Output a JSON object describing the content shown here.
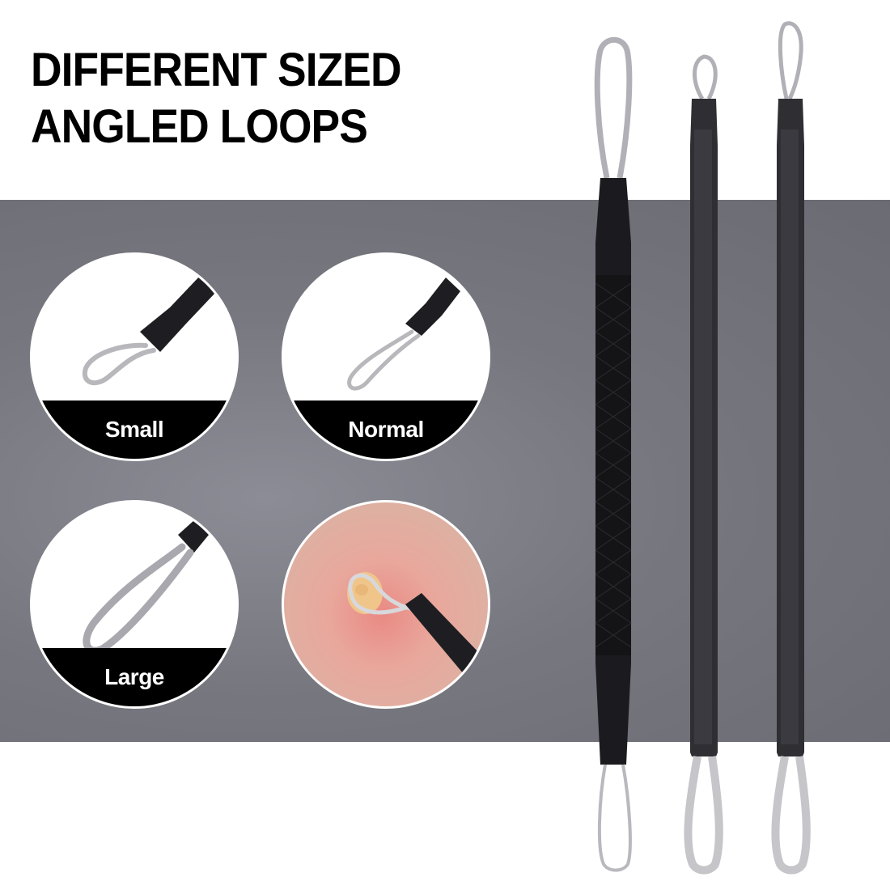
{
  "headline": {
    "line1": "DIFFERENT SIZED",
    "line2": "ANGLED LOOPS"
  },
  "loop_sizes": [
    {
      "label": "Small"
    },
    {
      "label": "Normal"
    },
    {
      "label": "Large"
    }
  ],
  "usage_image": {
    "description": "loop tool pressing on skin blemish"
  },
  "tools": [
    {
      "name": "textured-grip-tool"
    },
    {
      "name": "slim-tool-small-loop"
    },
    {
      "name": "slim-tool-normal-loop"
    }
  ],
  "colors": {
    "band": "#77777f",
    "handle": "#2a2a2e",
    "label_bar": "#000000",
    "loop_metal": "#c8c8cc"
  }
}
